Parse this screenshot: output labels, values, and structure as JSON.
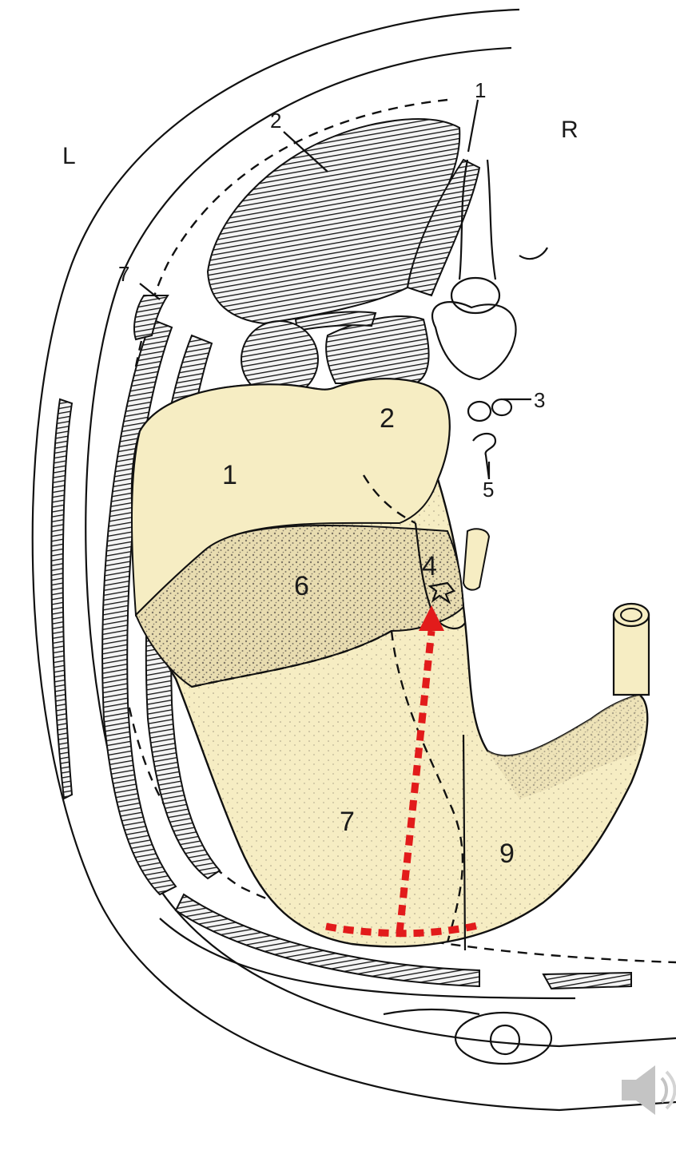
{
  "orientation": {
    "left": "L",
    "right": "R"
  },
  "organ_labels": [
    "1",
    "2",
    "4",
    "6",
    "7",
    "9"
  ],
  "outer_labels": [
    "1",
    "2",
    "3",
    "5",
    "7"
  ],
  "colors": {
    "stomach_fill": "#f6edc3",
    "stipple": "#9c9480",
    "ink": "#111111",
    "arrow": "#e21b1b"
  },
  "icons": [
    "speaker-icon"
  ]
}
